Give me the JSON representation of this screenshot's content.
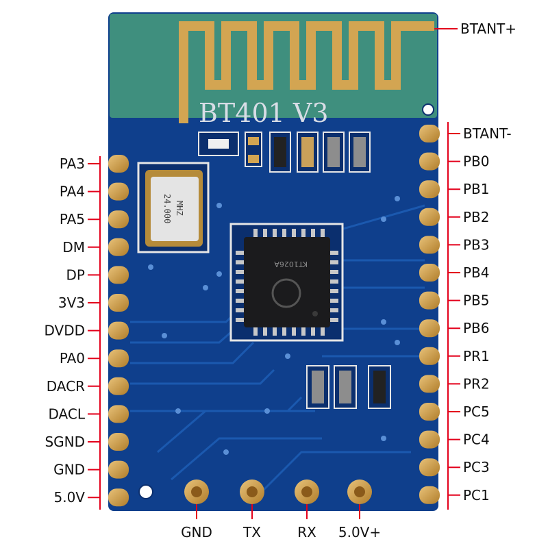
{
  "module": {
    "silkscreen": "BT401 V3",
    "crystal_line1": "24.000",
    "crystal_line2": "MHZ",
    "chip_marking": "KT1026A"
  },
  "pins": {
    "left": [
      "PA3",
      "PA4",
      "PA5",
      "DM",
      "DP",
      "3V3",
      "DVDD",
      "PA0",
      "DACR",
      "DACL",
      "SGND",
      "GND",
      "5.0V"
    ],
    "right": [
      "BTANT-",
      "PB0",
      "PB1",
      "PB2",
      "PB3",
      "PB4",
      "PB5",
      "PB6",
      "PR1",
      "PR2",
      "PC5",
      "PC4",
      "PC3",
      "PC1"
    ],
    "top_right": "BTANT+",
    "bottom": [
      "GND",
      "TX",
      "RX",
      "5.0V+"
    ]
  },
  "colors": {
    "pcb": "#0f3f8c",
    "pcb_dark": "#0b2f6e",
    "antenna_area": "#3f8f7e",
    "gold": "#c99a3c",
    "leader_line": "#e3001b"
  }
}
